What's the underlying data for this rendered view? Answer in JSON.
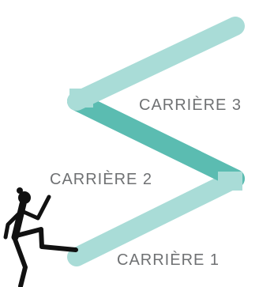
{
  "colors": {
    "path_light": "#a9dcd7",
    "path_dark": "#5bbcb1",
    "label": "#6f7173",
    "figure": "#111111",
    "background": "#ffffff"
  },
  "careers": {
    "career_1": "CARRIÈRE 1",
    "career_2": "CARRIÈRE 2",
    "career_3": "CARRIÈRE 3"
  }
}
